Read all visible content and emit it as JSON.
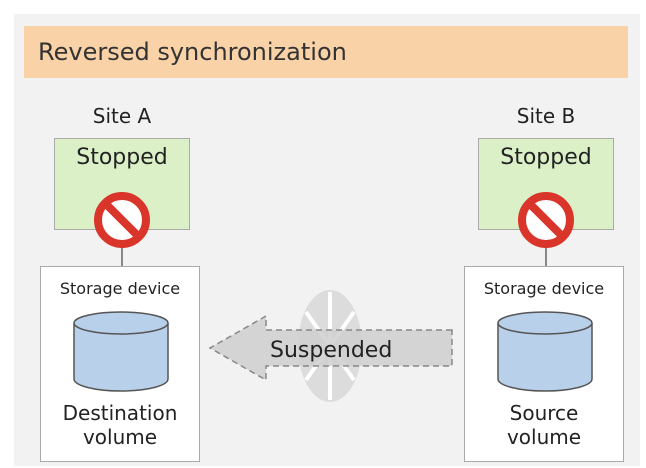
{
  "banner": {
    "title": "Reversed synchronization"
  },
  "site_a": {
    "label": "Site A",
    "server_status": "Stopped",
    "storage_label": "Storage device",
    "volume_line1": "Destination",
    "volume_line2": "volume"
  },
  "site_b": {
    "label": "Site B",
    "server_status": "Stopped",
    "storage_label": "Storage device",
    "volume_line1": "Source",
    "volume_line2": "volume"
  },
  "transfer": {
    "status": "Suspended",
    "direction": "site-b-to-site-a"
  },
  "colors": {
    "banner": "#f9d2a7",
    "server": "#dcf0c8",
    "volume": "#b8d0ea",
    "prohibit": "#d9352b",
    "arrow": "#cfcfcf",
    "suspend_marker": "#dcdcdc"
  },
  "icons": {
    "server_state": "prohibit-icon",
    "volume": "database-cylinder-icon",
    "suspend": "broken-link-marker"
  }
}
